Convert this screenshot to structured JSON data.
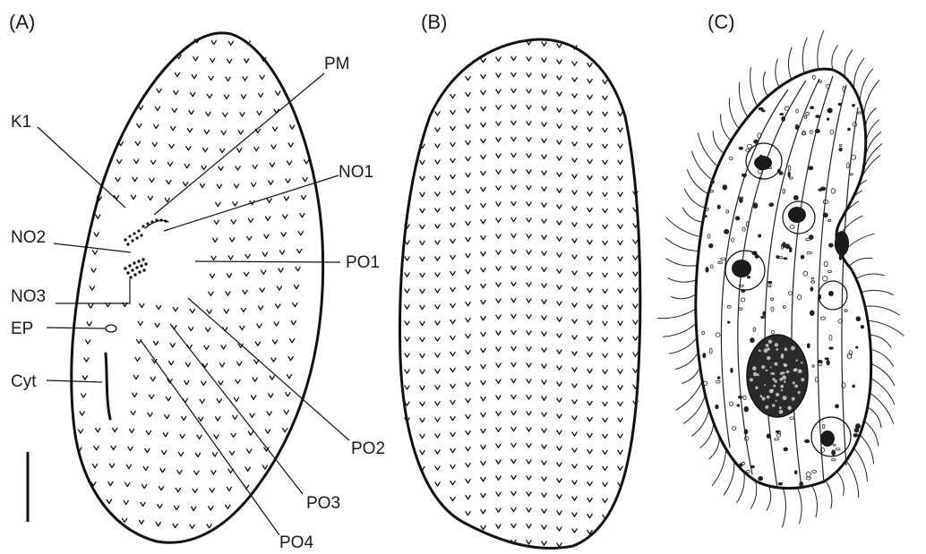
{
  "panels": {
    "a": {
      "label": "(A)"
    },
    "b": {
      "label": "(B)"
    },
    "c": {
      "label": "(C)"
    }
  },
  "labels": {
    "pm": "PM",
    "k1": "K1",
    "no1": "NO1",
    "no2": "NO2",
    "po1": "PO1",
    "no3": "NO3",
    "ep": "EP",
    "cyt": "Cyt",
    "po2": "PO2",
    "po3": "PO3",
    "po4": "PO4"
  }
}
